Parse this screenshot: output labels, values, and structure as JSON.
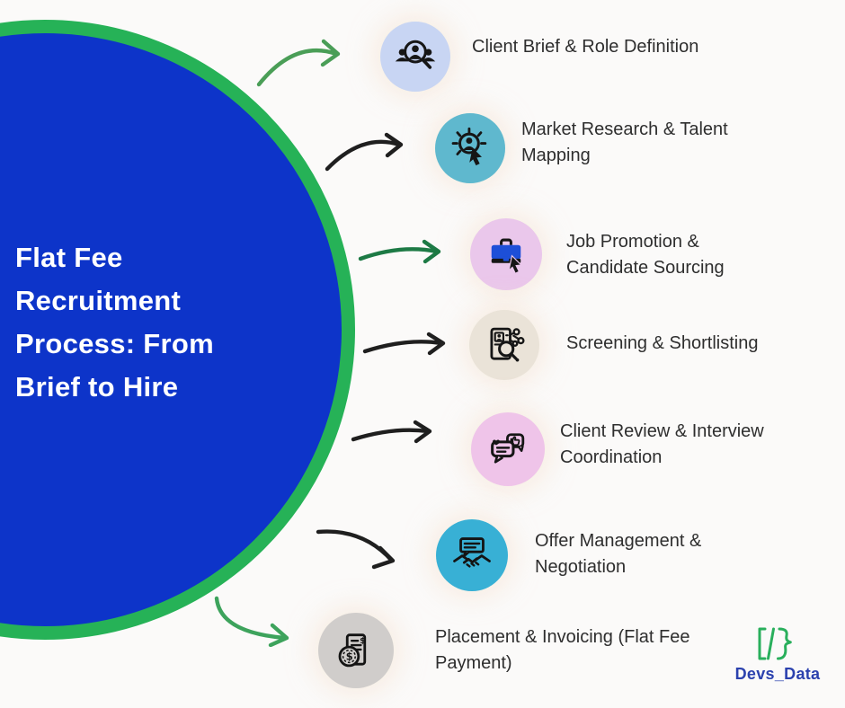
{
  "palette": {
    "background": "#fbfaf9",
    "circle_fill": "#0d34c9",
    "circle_ring": "#26b257",
    "title_color": "#ffffff",
    "label_color": "#2e2e2e",
    "logo_symbol_color": "#29af5c",
    "logo_text_color": "#2b41ae"
  },
  "title": {
    "lines": [
      "Flat Fee",
      "Recruitment",
      "Process: From",
      "Brief to Hire"
    ]
  },
  "steps": [
    {
      "label": "Client Brief & Role Definition",
      "icon": "people-search-icon",
      "circle_color": "#c8d5f3",
      "arrow_color": "#4a9e57"
    },
    {
      "label": "Market Research & Talent Mapping",
      "icon": "talent-select-icon",
      "circle_color": "#5fb8ce",
      "arrow_color": "#1f1f1f"
    },
    {
      "label": "Job Promotion & Candidate Sourcing",
      "icon": "briefcase-cursor-icon",
      "circle_color": "#eac7eb",
      "arrow_color": "#1d7a45"
    },
    {
      "label": "Screening & Shortlisting",
      "icon": "document-search-icon",
      "circle_color": "#eae3d8",
      "arrow_color": "#1f1f1f"
    },
    {
      "label": "Client Review & Interview Coordination",
      "icon": "chat-approval-icon",
      "circle_color": "#efc4e9",
      "arrow_color": "#1f1f1f"
    },
    {
      "label": "Offer Management & Negotiation",
      "icon": "handshake-chat-icon",
      "circle_color": "#38b0d5",
      "arrow_color": "#1f1f1f"
    },
    {
      "label": "Placement & Invoicing (Flat Fee Payment)",
      "icon": "invoice-dollar-icon",
      "circle_color": "#d0cdcb",
      "arrow_color": "#3da35c"
    }
  ],
  "logo": {
    "symbol": "[/}",
    "text": "Devs_Data"
  }
}
